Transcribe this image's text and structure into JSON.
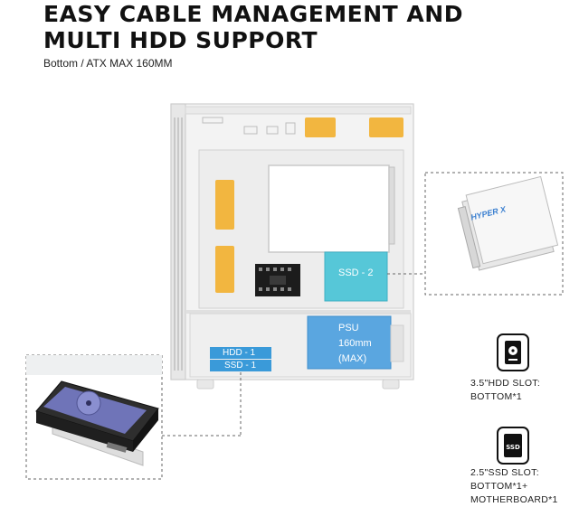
{
  "headline": {
    "line1": "EASY CABLE MANAGEMENT AND",
    "line2": "MULTI HDD SUPPORT"
  },
  "subtitle": "Bottom / ATX MAX 160MM",
  "case_labels": {
    "ssd2": "SSD - 2",
    "psu_line1": "PSU",
    "psu_line2": "160mm",
    "psu_line3": "(MAX)",
    "hdd1": "HDD - 1",
    "ssd1": "SSD - 1"
  },
  "ssd_brand": "HYPER X",
  "icons": {
    "hdd": "hdd-icon",
    "ssd": "ssd-icon",
    "ssd_icon_text": "SSD"
  },
  "specs": {
    "hdd": [
      "3.5\"HDD SLOT:",
      "BOTTOM*1"
    ],
    "ssd": [
      "2.5\"SSD SLOT:",
      "BOTTOM*1+",
      "MOTHERBOARD*1"
    ]
  },
  "colors": {
    "label_blue": "#3a9ad9",
    "psu_blue": "#5aa6e0",
    "ssd_cyan": "#56c7d8",
    "fan_orange": "#f2b640"
  }
}
